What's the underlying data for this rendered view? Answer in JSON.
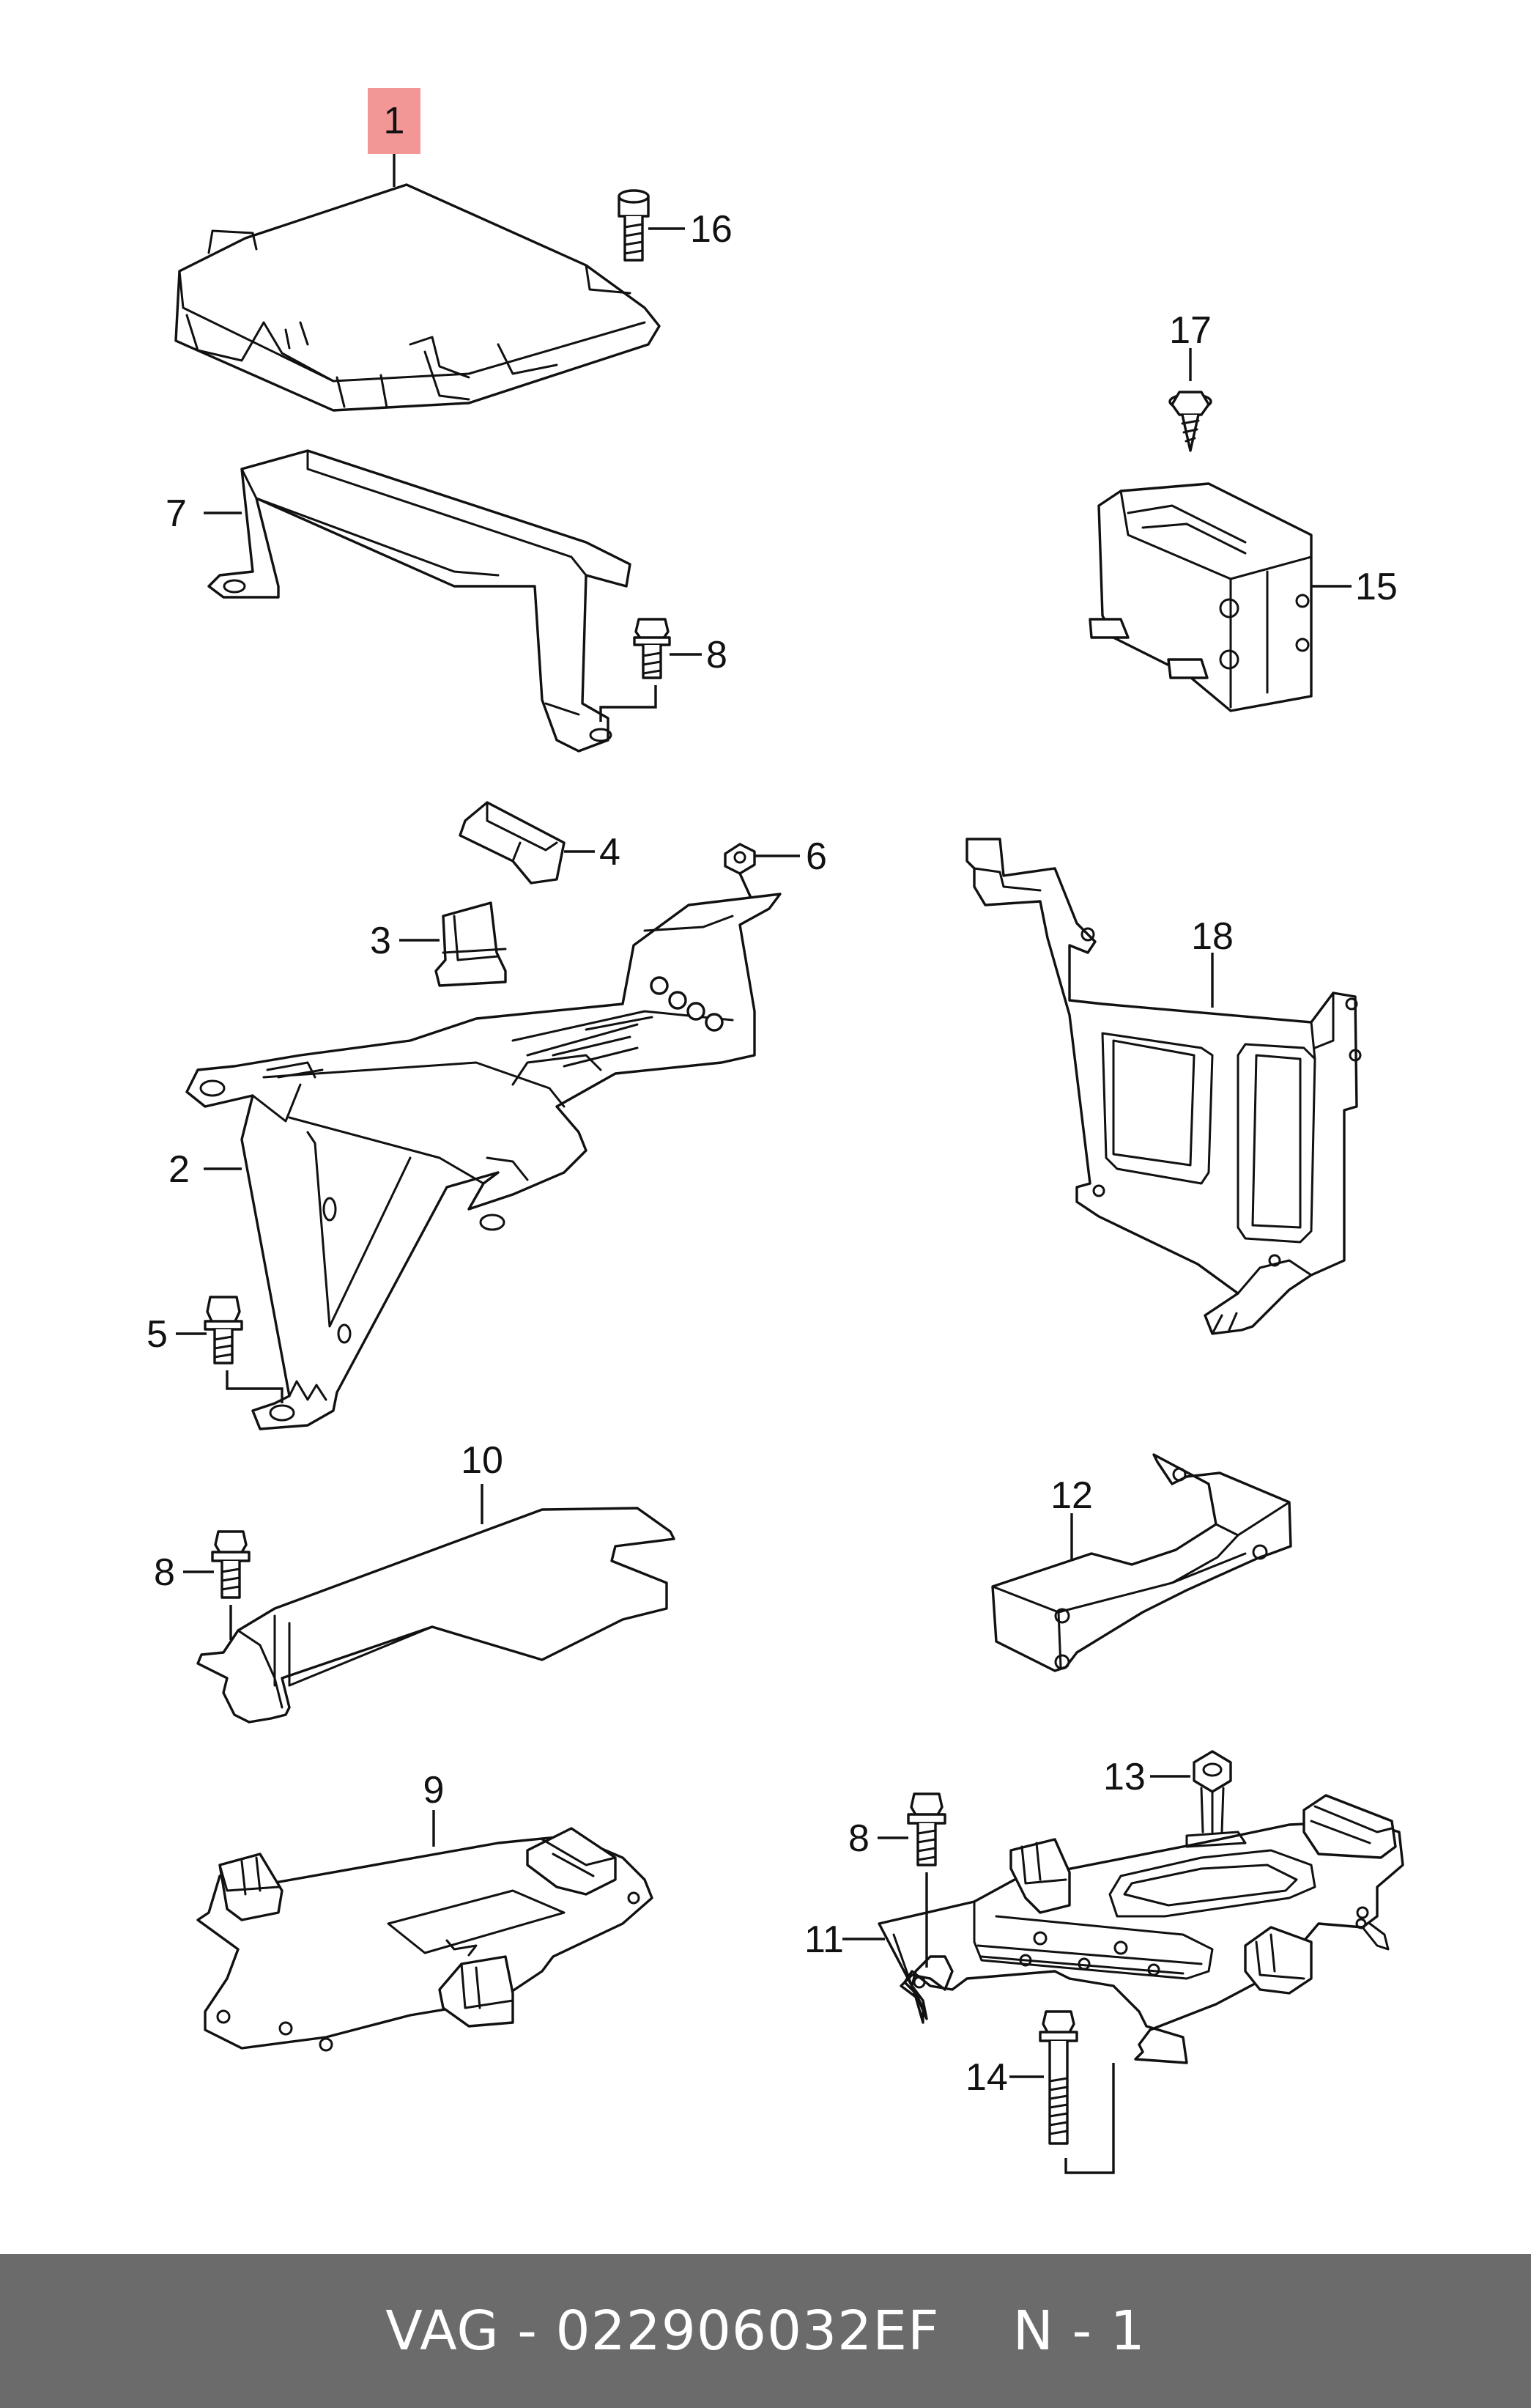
{
  "callouts": {
    "c1": "1",
    "c2": "2",
    "c3": "3",
    "c4": "4",
    "c5": "5",
    "c6": "6",
    "c7": "7",
    "c8a": "8",
    "c8b": "8",
    "c8c": "8",
    "c9": "9",
    "c10": "10",
    "c11": "11",
    "c12": "12",
    "c13": "13",
    "c14": "14",
    "c15": "15",
    "c16": "16",
    "c17": "17",
    "c18": "18"
  },
  "highlight_color": "#f39796",
  "footer": {
    "part_label": "VAG - 022906032EF",
    "qty_label": "N - 1",
    "background": "#6b6b6b"
  }
}
